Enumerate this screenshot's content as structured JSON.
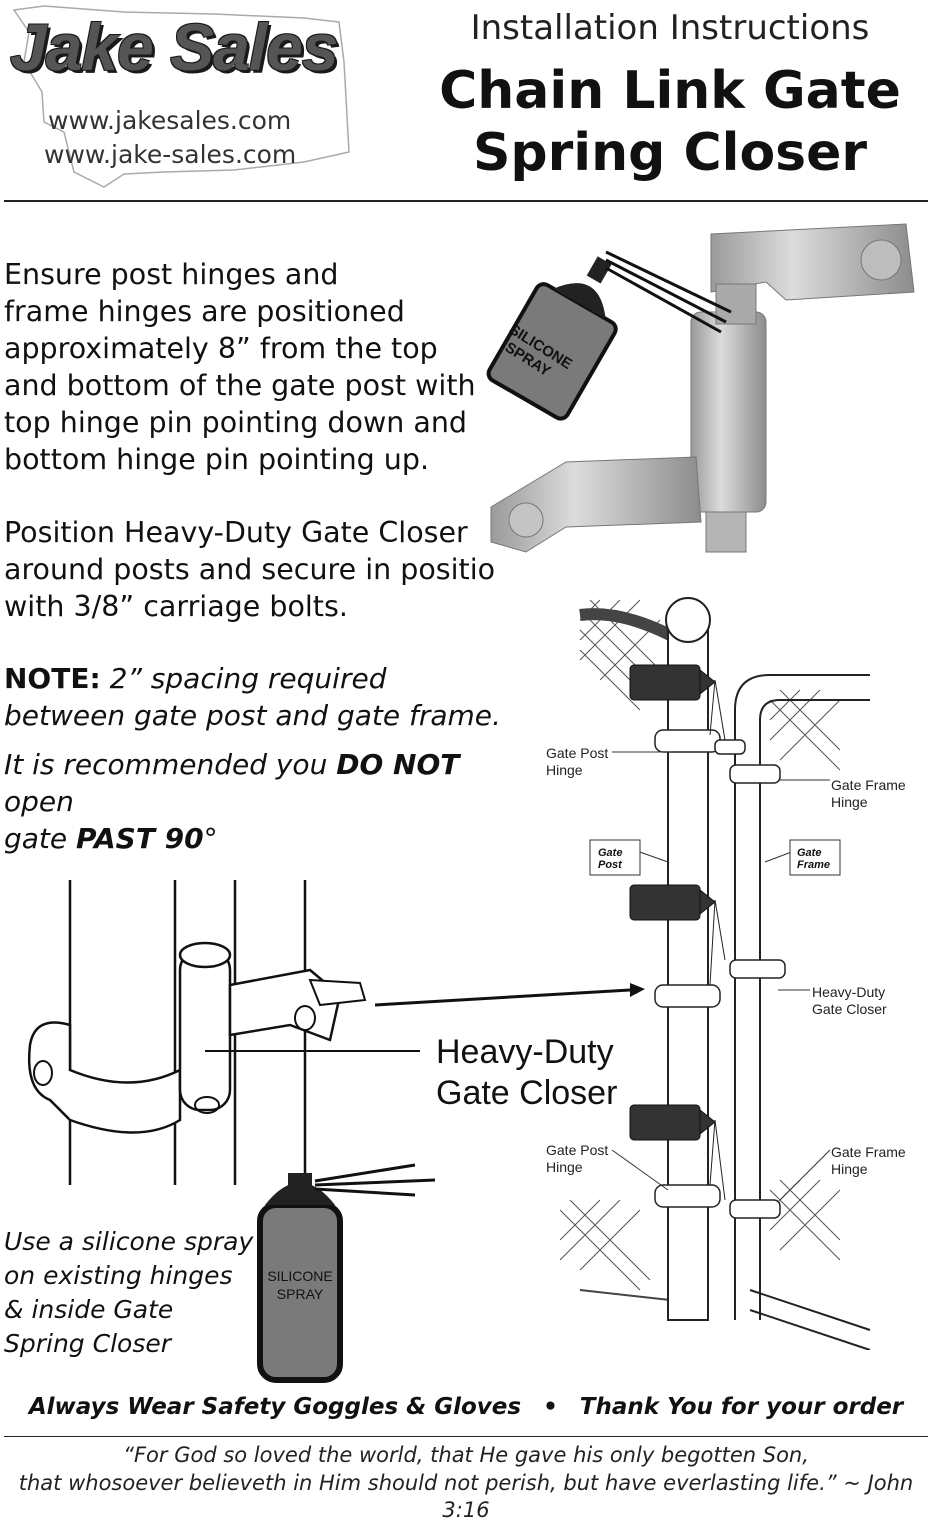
{
  "logo": {
    "name": "Jake Sales",
    "url1": "www.jakesales.com",
    "url2": "www.jake-sales.com"
  },
  "header": {
    "subtitle": "Installation Instructions",
    "title_line1": "Chain Link Gate",
    "title_line2": "Spring Closer"
  },
  "instructions": {
    "para1": [
      "Ensure post hinges and",
      "frame hinges are positioned",
      "approximately 8” from the top",
      "and bottom of the gate post with",
      "top hinge pin pointing down and",
      "bottom hinge pin pointing up."
    ],
    "para2": [
      "Position Heavy-Duty Gate Closer",
      "around posts and secure in position",
      "with 3/8” carriage bolts."
    ],
    "note_label": "NOTE:",
    "note_line1": "2” spacing required",
    "note_line2": "between gate post and gate frame.",
    "rec_pre": "It is recommended you ",
    "rec_bold": "DO NOT",
    "rec_mid": " open",
    "rec_line2_pre": "gate ",
    "rec_line2_bold": "PAST 90",
    "rec_line2_post": "°"
  },
  "spray_can": {
    "line1": "SILICONE",
    "line2": "SPRAY"
  },
  "small_can": {
    "line1": "SILICONE",
    "line2": "SPRAY"
  },
  "diagram_labels": {
    "gate_post_hinge": "Gate Post\nHinge",
    "gate_frame_hinge": "Gate Frame\nHinge",
    "gate_post": "Gate\nPost",
    "gate_frame": "Gate\nFrame",
    "heavy_duty_closer": "Heavy-Duty\nGate Closer"
  },
  "closer_callout": {
    "line1": "Heavy-Duty",
    "line2": "Gate Closer"
  },
  "silicone_note": [
    "Use a silicone spray",
    "on existing hinges",
    "& inside Gate",
    "Spring Closer"
  ],
  "footer": {
    "left": "Always Wear Safety Goggles & Gloves",
    "bullet": "•",
    "right": "Thank You for your order"
  },
  "quote": {
    "line1": "“For God so loved the world, that He gave his only begotten Son,",
    "line2": "that whosoever believeth in Him should not perish, but have everlasting life.” ~ John 3:16"
  }
}
